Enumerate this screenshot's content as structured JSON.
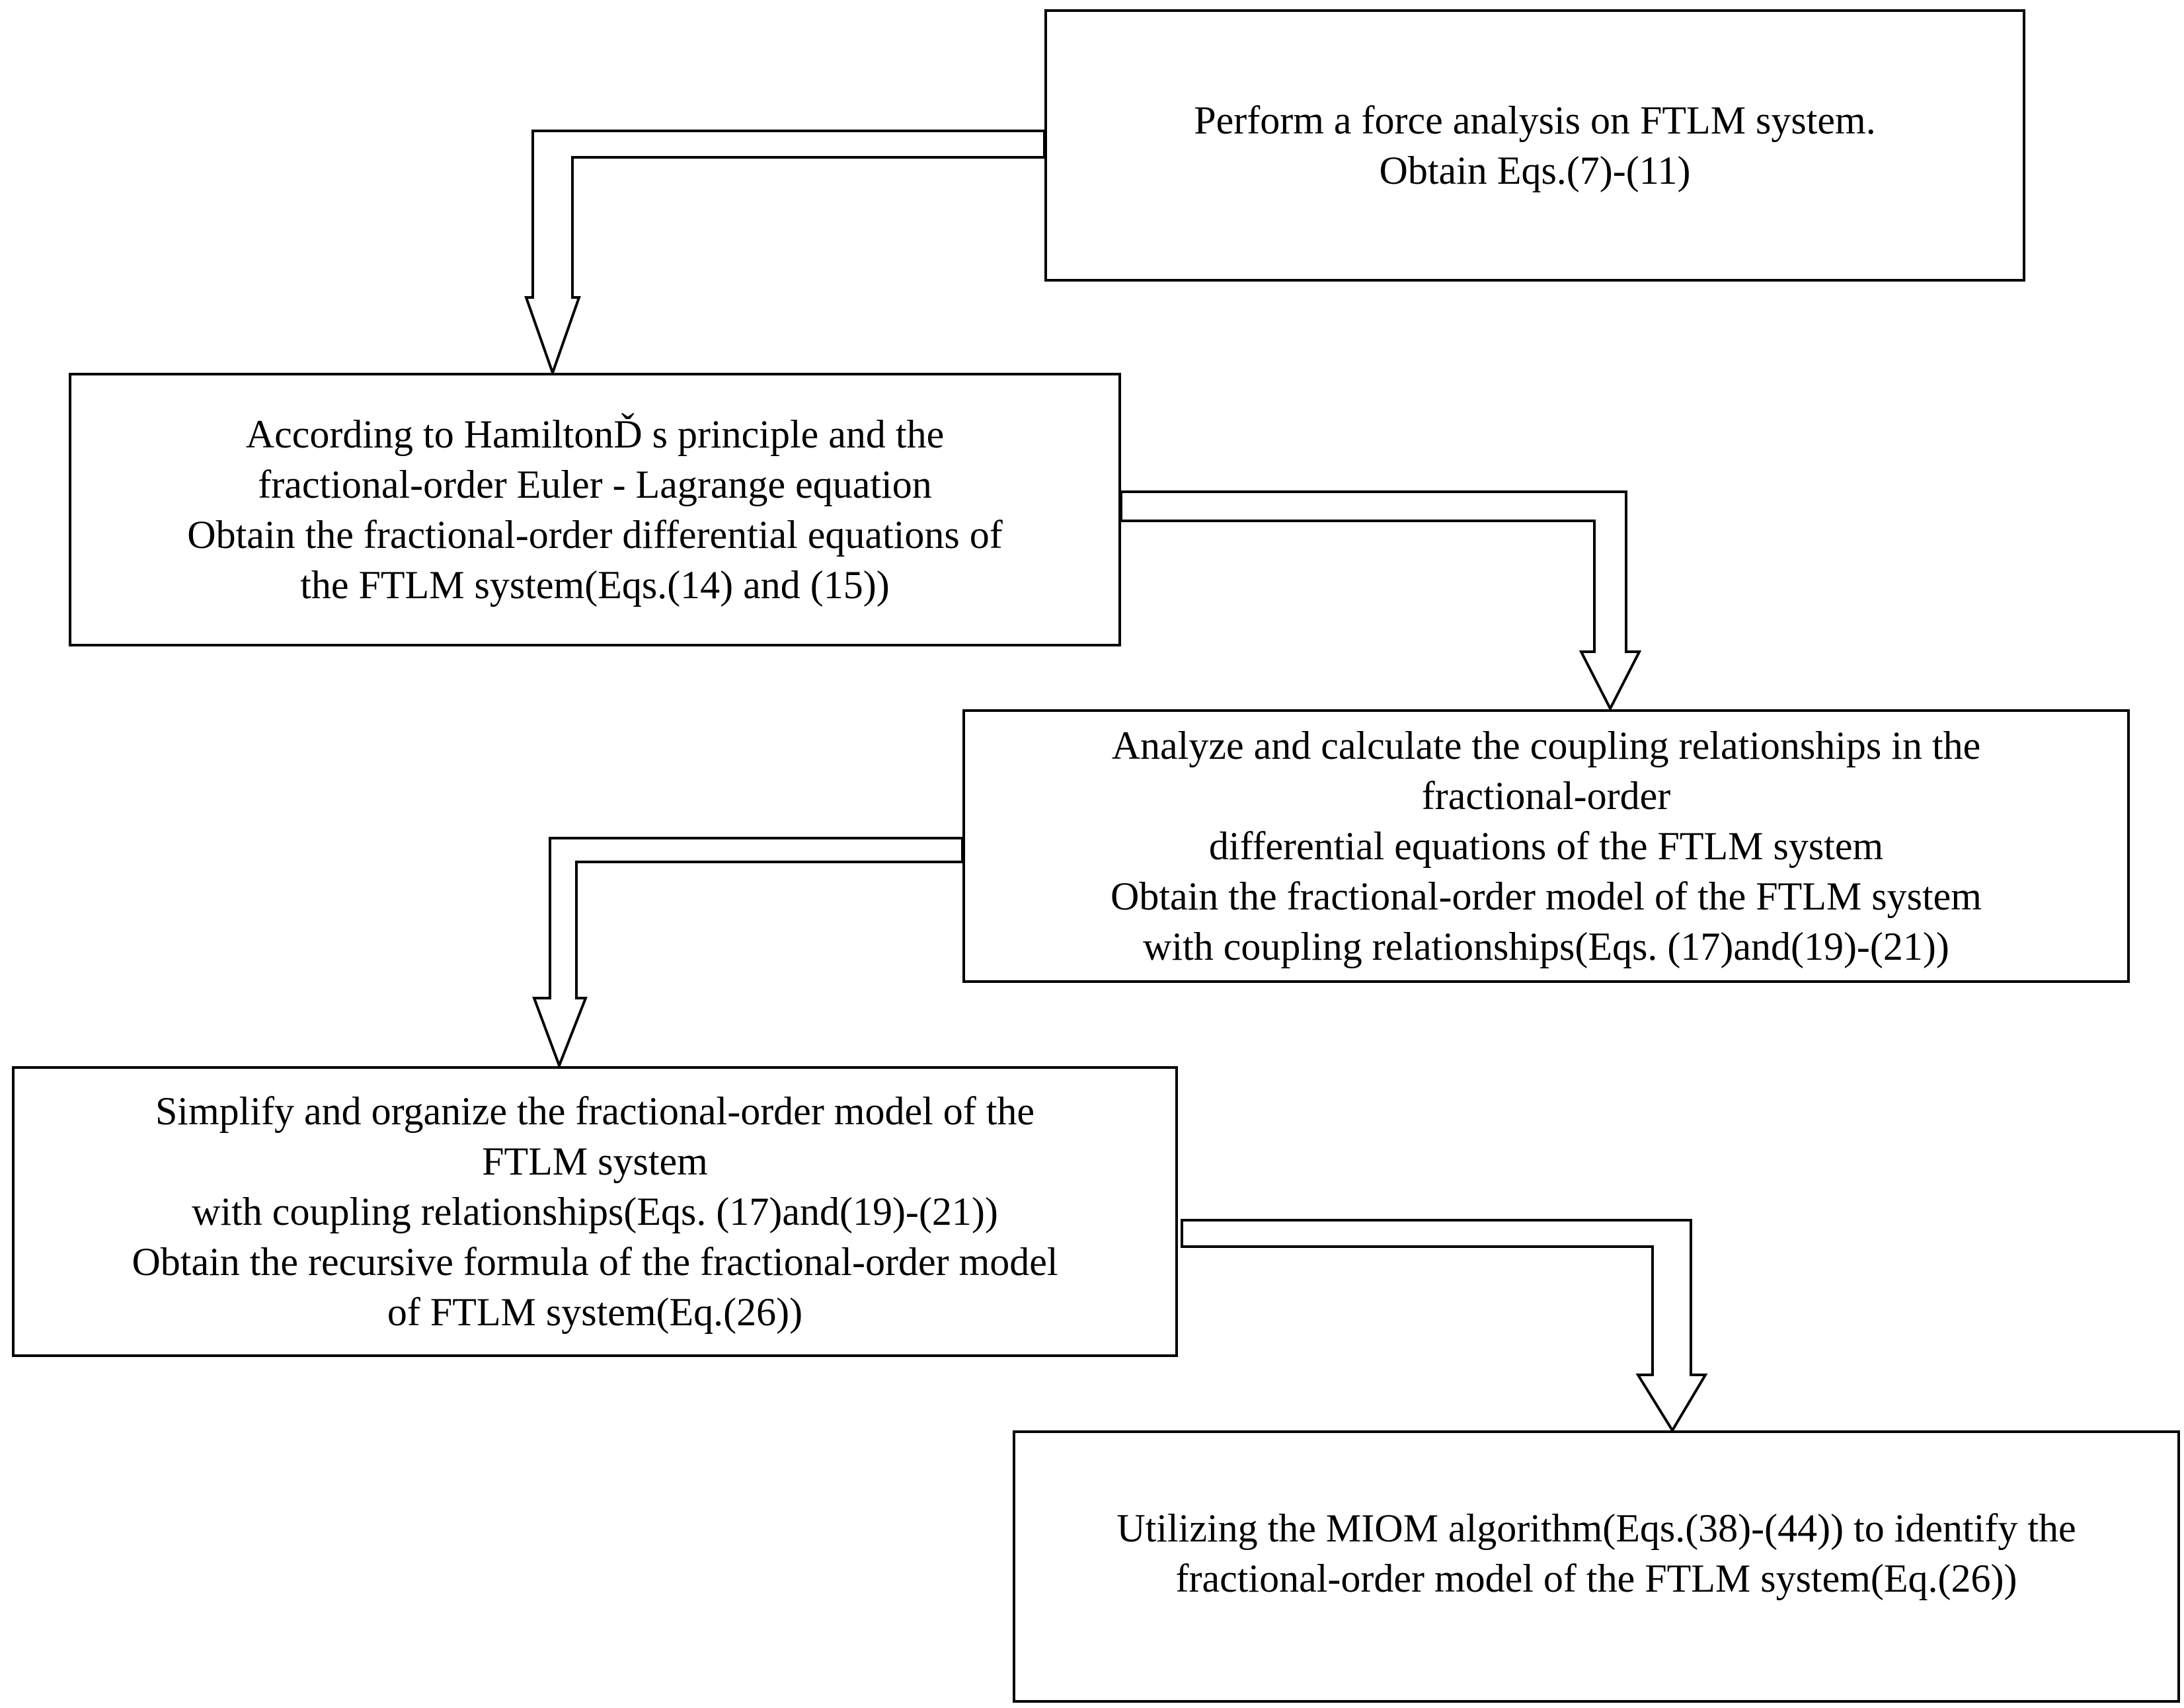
{
  "diagram": {
    "type": "flowchart",
    "nodes": [
      {
        "id": "step1",
        "lines": [
          "Perform a force analysis on FTLM system.",
          "Obtain Eqs.(7)-(11)"
        ]
      },
      {
        "id": "step2",
        "lines": [
          "According to HamiltonĎ s principle and the",
          "fractional-order Euler ‑ Lagrange equation",
          "Obtain the fractional-order differential equations of",
          "the FTLM system(Eqs.(14) and (15))"
        ]
      },
      {
        "id": "step3",
        "lines": [
          "Analyze and calculate the coupling relationships in the",
          "fractional-order",
          "differential equations of the FTLM system",
          "Obtain the fractional-order model of the FTLM system",
          "with coupling relationships(Eqs. (17)and(19)-(21))"
        ]
      },
      {
        "id": "step4",
        "lines": [
          "Simplify and organize the fractional-order model of the",
          "FTLM system",
          "with coupling relationships(Eqs. (17)and(19)-(21))",
          "Obtain the recursive formula of the fractional-order model",
          "of FTLM system(Eq.(26))"
        ]
      },
      {
        "id": "step5",
        "lines": [
          "Utilizing the MIOM algorithm(Eqs.(38)-(44)) to identify the",
          "fractional-order model of the FTLM system(Eq.(26))"
        ]
      }
    ],
    "edges": [
      {
        "from": "step1",
        "to": "step2"
      },
      {
        "from": "step2",
        "to": "step3"
      },
      {
        "from": "step3",
        "to": "step4"
      },
      {
        "from": "step4",
        "to": "step5"
      }
    ],
    "colors": {
      "stroke": "#000000",
      "fill": "#ffffff",
      "text": "#000000"
    }
  }
}
